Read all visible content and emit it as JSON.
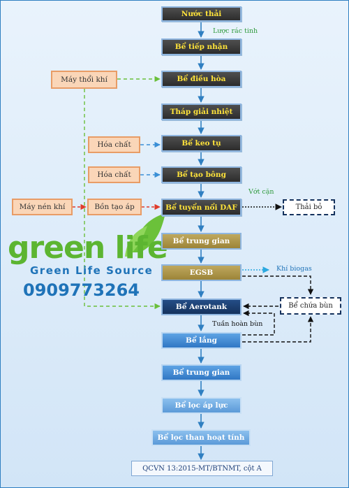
{
  "process": {
    "nuoc_thai": "Nước thải",
    "be_tiep_nhan": "Bể tiếp nhận",
    "be_dieu_hoa": "Bể điều hòa",
    "thap_giai_nhiet": "Tháp giải nhiệt",
    "be_keo_tu": "Bể keo tụ",
    "be_tao_bong": "Bể tạo bông",
    "be_tuyen_noi": "Bể tuyển nổi DAF",
    "be_trung_gian_1": "Bể trung gian",
    "egsb": "EGSB",
    "be_aerotank": "Bể Aerotank",
    "be_lang": "Bể lắng",
    "be_trung_gian_2": "Bể trung gian",
    "be_loc_ap_luc": "Bể lọc áp lực",
    "be_loc_than": "Bể lọc than hoạt tính",
    "output": "QCVN 13:2015-MT/BTNMT, cột A"
  },
  "side": {
    "may_thoi_khi": "Máy thổi khí",
    "hoa_chat_1": "Hóa chất",
    "hoa_chat_2": "Hóa chất",
    "may_nen_khi": "Máy nén khí",
    "bon_tao_ap": "Bồn tạo áp",
    "thai_bo": "Thải bỏ",
    "be_chua_bun": "Bể chứa bùn"
  },
  "labels": {
    "luoc_rac_tinh": "Lược rác tinh",
    "vot_can": "Vớt cặn",
    "khi_biogas": "Khí biogas",
    "tuan_hoan_bun": "Tuần hoàn bùn"
  },
  "logo": {
    "brand": "green life",
    "tagline": "Green Life Source",
    "phone": "0909773264"
  },
  "colors": {
    "flow_arrow": "#2f7fc1",
    "air_line": "#6abf3a",
    "chemical_line": "#3a8fd6",
    "pressure_line": "#e03b2a",
    "sludge_line": "#111111",
    "biogas_line": "#2aa8e0",
    "label_green": "#2f9a3c",
    "logo_green": "#5cb531",
    "logo_blue": "#1f73b8"
  }
}
